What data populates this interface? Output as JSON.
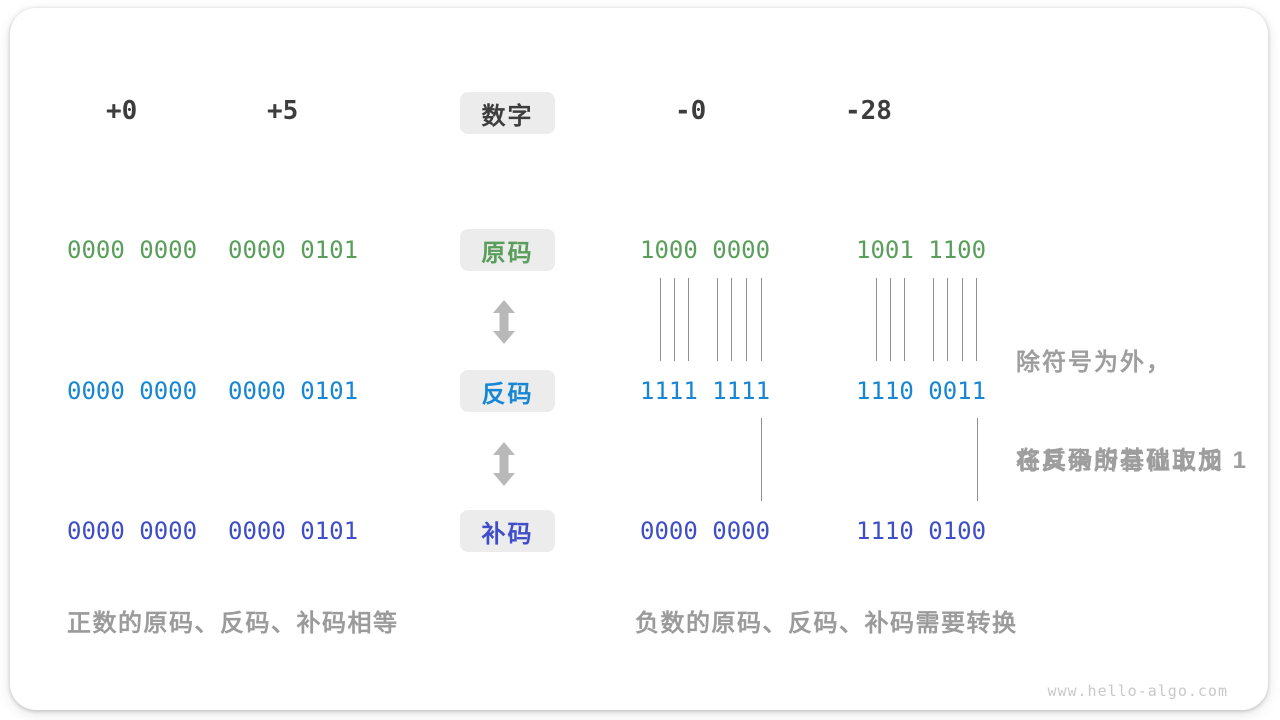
{
  "header": {
    "labels": [
      "+0",
      "+5",
      "-0",
      "-28"
    ],
    "badge": "数字"
  },
  "rows": [
    {
      "key": "sign-magnitude",
      "badge": "原码",
      "color": "#5a9e5c",
      "values": [
        "0000 0000",
        "0000 0101",
        "1000 0000",
        "1001 1100"
      ]
    },
    {
      "key": "ones-complement",
      "badge": "反码",
      "color": "#1786d4",
      "values": [
        "0000 0000",
        "0000 0101",
        "1111 1111",
        "1110 0011"
      ]
    },
    {
      "key": "twos-complement",
      "badge": "补码",
      "color": "#3e4ec8",
      "values": [
        "0000 0000",
        "0000 0101",
        "0000 0000",
        "1110 0100"
      ]
    }
  ],
  "annotations": {
    "invert_line1": "除符号为外，",
    "invert_line2": "将其余所有位取反",
    "add_one": "在反码的基础上加 1"
  },
  "captions": {
    "positive": "正数的原码、反码、补码相等",
    "negative": "负数的原码、反码、补码需要转换"
  },
  "watermark": "www.hello-algo.com",
  "colors": {
    "sign_magnitude_green": "#5a9e5c",
    "ones_complement_blue": "#1786d4",
    "twos_complement_indigo": "#3e4ec8",
    "badge_background": "#ececec",
    "annotation_gray": "#9e9e9e",
    "arrow_gray": "#b8b8b8",
    "connector_line_gray": "#8f8f8f",
    "heading_dark": "#3d3d3d"
  }
}
